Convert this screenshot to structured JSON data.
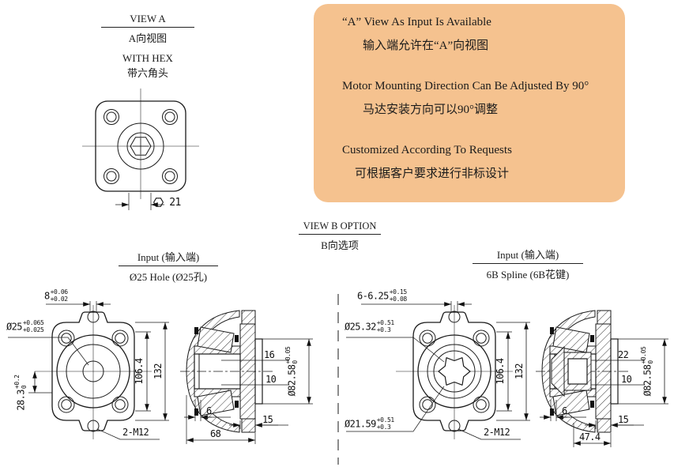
{
  "page": {
    "bg": "#ffffff",
    "line_color": "#1a1a1a",
    "divider_color": "#808080"
  },
  "view_a": {
    "title": "VIEW A",
    "title_cn": "A向视图",
    "subtitle": "WITH HEX",
    "subtitle_cn": "带六角头",
    "hex_size": "21"
  },
  "notes": {
    "bg_color": "#f5c28f",
    "items": [
      {
        "en": "“A” View As Input Is Available",
        "cn": "输入端允许在“A”向视图"
      },
      {
        "en": "Motor Mounting Direction Can Be Adjusted By 90°",
        "cn": "马达安装方向可以90°调整"
      },
      {
        "en": "Customized According To Requests",
        "cn": "可根据客户要求进行非标设计"
      }
    ]
  },
  "view_b": {
    "title": "VIEW B OPTION",
    "title_cn": "B向选项"
  },
  "hole": {
    "title": "Input  (输入端)",
    "subtitle": "Ø25 Hole  (Ø25孔)",
    "dims": {
      "key": {
        "v": "8",
        "up": "+0.06",
        "dn": "+0.02"
      },
      "bore": {
        "v": "Ø25",
        "up": "+0.065",
        "dn": "+0.025"
      },
      "offset": {
        "v": "28.3",
        "up": "+0.2",
        "dn": "0"
      },
      "bolt_span": "106.4",
      "height": "132",
      "thread": "2-M12",
      "sec_a": "16",
      "sec_b": "10",
      "pilot": {
        "v": "Ø82.58",
        "up": "+0.05",
        "dn": "0"
      },
      "step": "6",
      "flange_t": "15",
      "depth": "68"
    }
  },
  "spline": {
    "title": "Input  (输入端)",
    "subtitle": "6B Spline  (6B花键)",
    "dims": {
      "tooth": {
        "v": "6-6.25",
        "up": "+0.15",
        "dn": "+0.08"
      },
      "major": {
        "v": "Ø25.32",
        "up": "+0.51",
        "dn": "+0.3"
      },
      "minor": {
        "v": "Ø21.59",
        "up": "+0.51",
        "dn": "+0.3"
      },
      "bolt_span": "106.4",
      "height": "132",
      "thread": "2-M12",
      "sec_a": "22",
      "sec_b": "10",
      "pilot": {
        "v": "Ø82.58",
        "up": "+0.05",
        "dn": "0"
      },
      "step": "6",
      "flange_t": "15",
      "depth": "47.4"
    }
  }
}
